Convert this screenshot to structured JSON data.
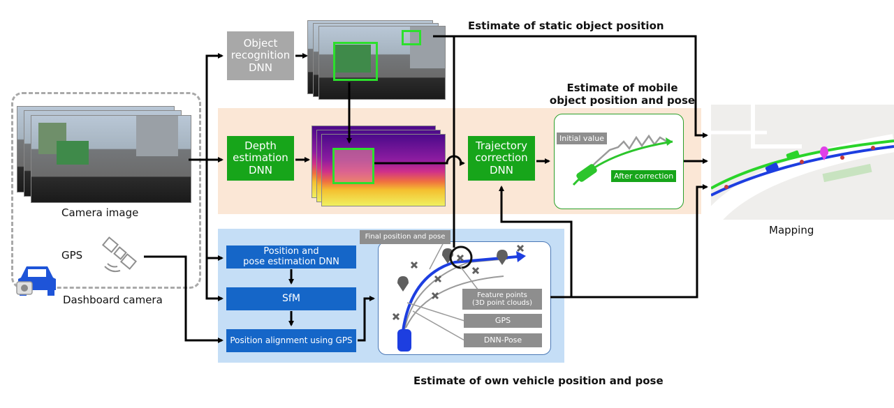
{
  "pipeline": {
    "camera": {
      "caption": "Camera image",
      "gps_label": "GPS",
      "dashboard_label": "Dashboard camera"
    },
    "object_recognition": {
      "label": "Object\nrecognition\nDNN",
      "output_label": "Estimate of static object position"
    },
    "depth_estimation": {
      "label": "Depth\nestimation\nDNN"
    },
    "trajectory_correction": {
      "label": "Trajectory\ncorrection\nDNN"
    },
    "mobile_object": {
      "title": "Estimate of mobile\nobject position and pose",
      "initial_value": "Initial value",
      "after_correction": "After correction"
    },
    "own_vehicle": {
      "pose_dnn": "Position and\npose estimation DNN",
      "sfm": "SfM",
      "gps_alignment": "Position alignment using GPS",
      "final_tag": "Final position and pose",
      "feature_tag": "Feature points\n(3D point clouds)",
      "gps_tag": "GPS",
      "dnn_pose_tag": "DNN-Pose",
      "section_label": "Estimate of own vehicle position and pose"
    },
    "mapping": {
      "label": "Mapping"
    }
  },
  "colors": {
    "green": "#17a51a",
    "blue": "#1566c8",
    "gray": "#a8a8a8",
    "peach": "#fbe7d6",
    "light_blue": "#c5def6"
  }
}
